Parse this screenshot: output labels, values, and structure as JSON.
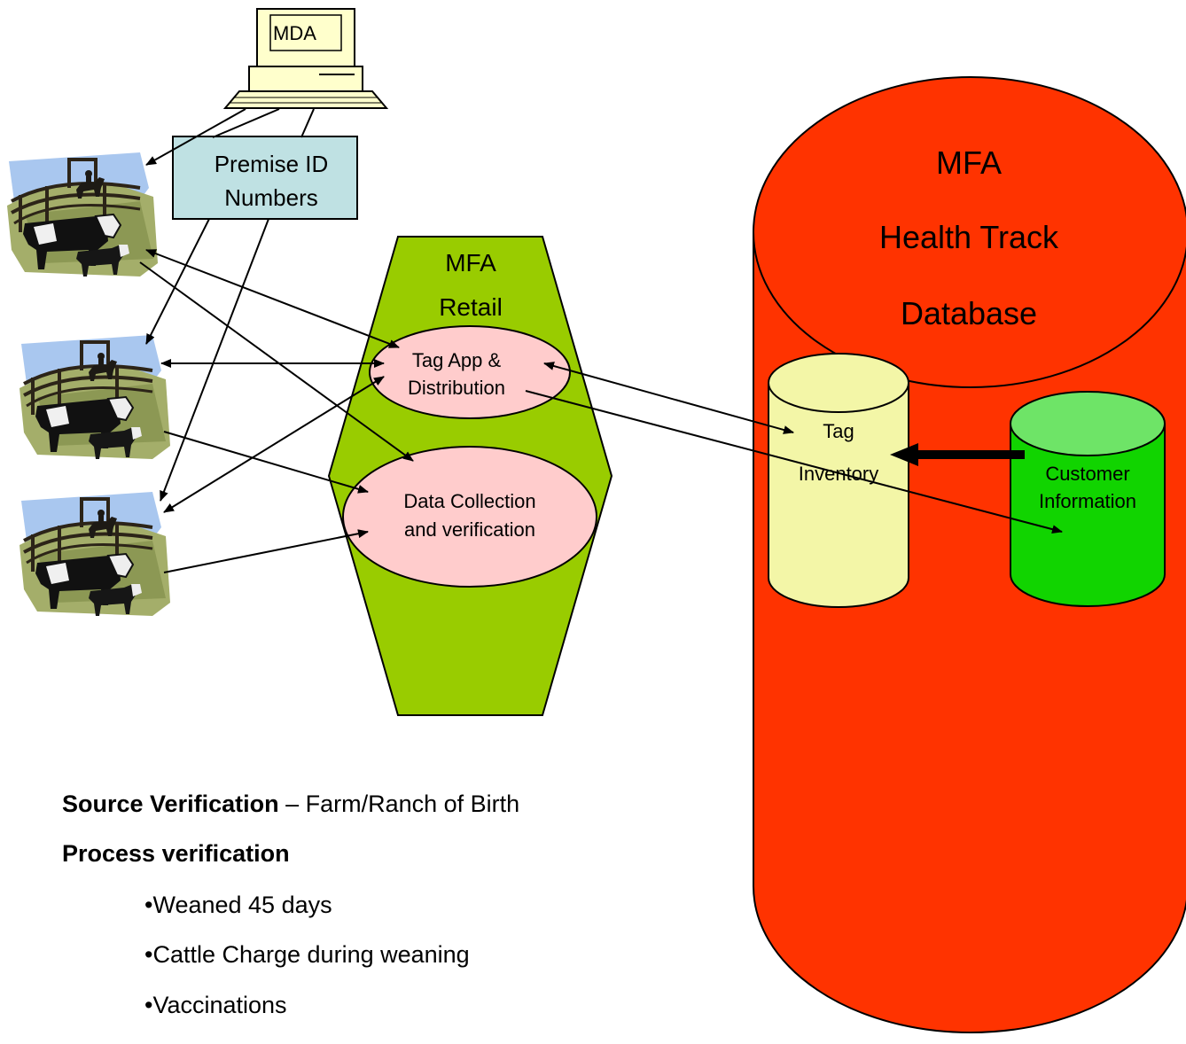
{
  "mda_computer": {
    "label": "MDA"
  },
  "premise_box": {
    "line1": "Premise ID",
    "line2": "Numbers"
  },
  "retail": {
    "line1": "MFA",
    "line2": "Retail",
    "tag_app": {
      "line1": "Tag App &",
      "line2": "Distribution"
    },
    "data_collection": {
      "line1": "Data Collection",
      "line2": "and verification"
    }
  },
  "database": {
    "line1": "MFA",
    "line2": "Health Track",
    "line3": "Database",
    "tag_inventory": {
      "line1": "Tag",
      "line2": "Inventory"
    },
    "customer_info": {
      "line1": "Customer",
      "line2": "Information"
    }
  },
  "notes": {
    "source_bold": "Source Verification",
    "source_rest": " – Farm/Ranch of Birth",
    "process_bold": "Process verification",
    "bullets": [
      "•Weaned 45 days",
      "•Cattle Charge during weaning",
      "•Vaccinations"
    ]
  },
  "colors": {
    "database_red": "#ff3300",
    "retail_green": "#99cc00",
    "ellipse_pink": "#ffcccc",
    "premise_blue": "#bfe1e3",
    "tag_yellow": "#f3f6a7",
    "customer_green": "#11d400",
    "computer_beige": "#ffffcc"
  }
}
